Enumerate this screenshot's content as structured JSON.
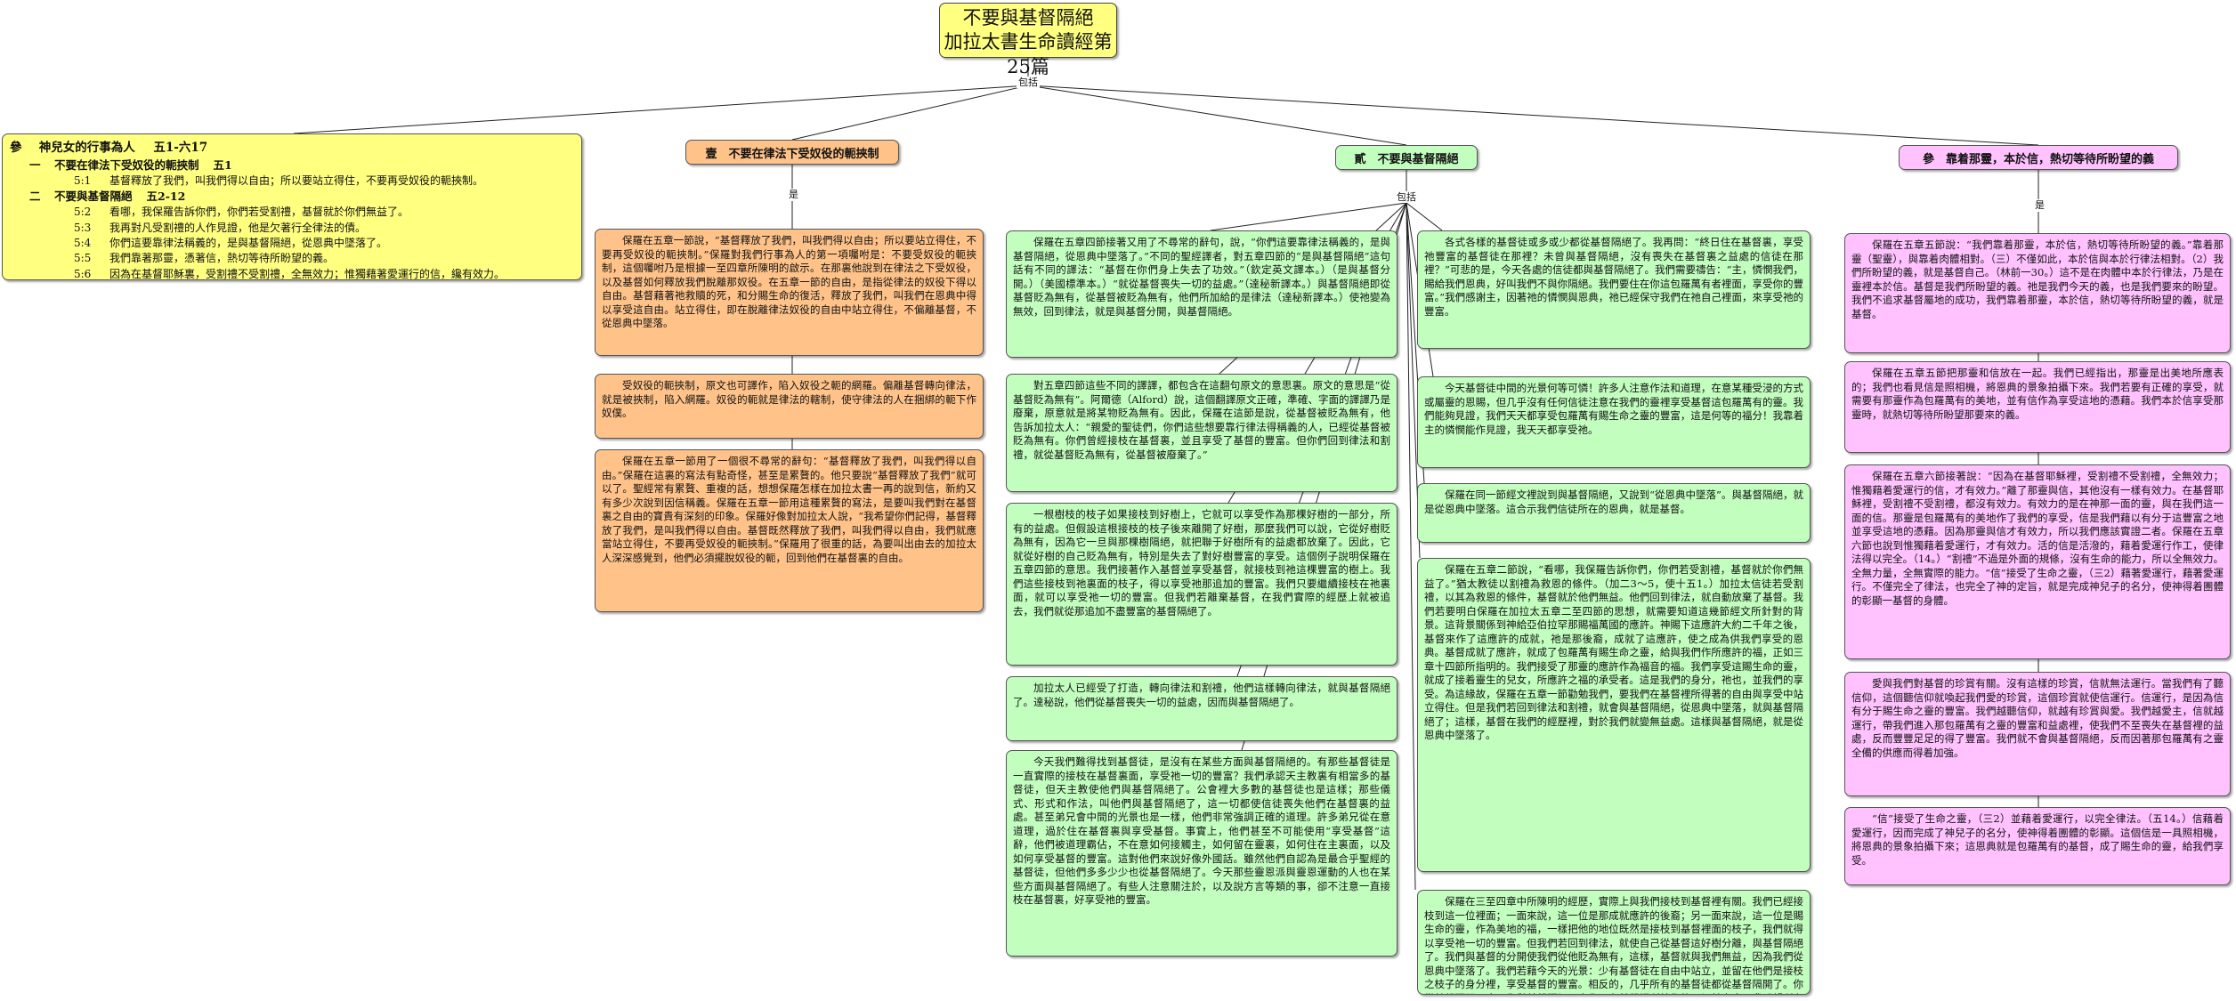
{
  "title": {
    "line1": "不要與基督隔絕",
    "line2": "加拉太書生命讀經第25篇"
  },
  "root_connector": "包括",
  "green_connector": "包括",
  "orange_connector": "是",
  "pink_connector": "是",
  "outline": {
    "heading": {
      "num": "參",
      "text": "神兒女的行事為人",
      "ref": "五1-六17"
    },
    "items": [
      {
        "type": "l2",
        "num": "一",
        "text": "不要在律法下受奴役的軛挾制",
        "ref": "五1"
      },
      {
        "type": "l3",
        "num": "5:1",
        "text": "基督釋放了我們，叫我們得以自由；所以要站立得住，不要再受奴役的軛挾制。"
      },
      {
        "type": "l2",
        "num": "二",
        "text": "不要與基督隔絕",
        "ref": "五2-12"
      },
      {
        "type": "l3",
        "num": "5:2",
        "text": "看哪，我保羅告訴你們，你們若受割禮，基督就於你們無益了。"
      },
      {
        "type": "l3",
        "num": "5:3",
        "text": "我再對凡受割禮的人作見證，他是欠著行全律法的債。"
      },
      {
        "type": "l3",
        "num": "5:4",
        "text": "你們這要靠律法稱義的，是與基督隔絕，從恩典中墜落了。"
      },
      {
        "type": "l3",
        "num": "5:5",
        "text": "我們靠著那靈，憑著信，熱切等待所盼望的義。"
      },
      {
        "type": "l3",
        "num": "5:6",
        "text": "因為在基督耶穌裏，受割禮不受割禮，全無效力；惟獨藉著愛運行的信，纔有效力。"
      }
    ]
  },
  "branches": {
    "orange": "壹　不要在律法下受奴役的軛挾制",
    "green": "貳　不要與基督隔絕",
    "pink": "參　靠着那靈，本於信，熱切等待所盼望的義"
  },
  "orange_boxes": [
    "保羅在五章一節說，“基督釋放了我們，叫我們得以自由；所以要站立得住，不要再受奴役的軛挾制。”保羅對我們行事為人的第一項囑咐是：不要受奴役的軛挾制，這個囑咐乃是根據一至四章所陳明的啟示。在那裏他說到在律法之下受奴役，以及基督如何釋放我們脫離那奴役。在五章一節的自由，是指從律法的奴役下得以自由。基督藉著祂救贖的死，和分賜生命的復活，釋放了我們，叫我們在恩典中得以享受這自由。站立得住，即在脫離律法奴役的自由中站立得住，不偏離基督，不從恩典中墜落。",
    "受奴役的軛挾制，原文也可譯作，陷入奴役之軛的網羅。偏離基督轉向律法，就是被挾制，陷入網羅。奴役的軛就是律法的轄制，使守律法的人在捆綁的軛下作奴僕。",
    "保羅在五章一節用了一個很不尋常的辭句：“基督釋放了我們，叫我們得以自由。”保羅在這裏的寫法有點奇怪，甚至是累贅的。他只要說“基督釋放了我們”就可以了。聖經常有累贅、重複的話，想想保羅怎樣在加拉太書一再的說到信，新約又有多少次說到因信稱義。保羅在五章一節用這種累贅的寫法，是要叫我們對在基督裏之自由的寶貴有深刻的印象。保羅好像對加拉太人說，“我希望你們記得，基督釋放了我們，是叫我們得以自由。基督既然釋放了我們，叫我們得以自由，我們就應當站立得住，不要再受奴役的軛挾制。”保羅用了很重的話，為要叫出由去的加拉太人深深感覺到，他們必須擺脫奴役的軛，回到他們在基督裏的自由。"
  ],
  "green_col1": [
    "保羅在五章四節接著又用了不尋常的辭句，說，“你們這要靠律法稱義的，是與基督隔絕，從恩典中墜落了。”不同的聖經譯者，對五章四節的“是與基督隔絕”這句話有不同的譯法：“基督在你們身上失去了功效。”（欽定英文譯本。）（是與基督分開。）（美國標準本。）“就從基督喪失一切的益處。”（達秘新譯本。）與基督隔絕即從基督貶為無有，從基督被貶為無有，他們所加給的是律法（達秘新譯本。）使祂變為無效，回到律法，就是與基督分開，與基督隔絕。",
    "對五章四節這些不同的譯譯，都包含在這翻句原文的意思裏。原文的意思是“從基督貶為無有”。阿爾德（Alford）說，這個翻譯原文正確，準確、字面的譯譯乃是廢棄，原意就是將某物貶為無有。因此，保羅在這節是說，從基督被貶為無有，他告訴加拉太人：“親愛的聖徒們，你們這些想要靠行律法得稱義的人，已經從基督被貶為無有。你們曾經接枝在基督裏，並且享受了基督的豐富。但你們回到律法和割禮，就從基督貶為無有，從基督被廢棄了。”",
    "一根樹枝的枝子如果接枝到好樹上，它就可以享受作為那棵好樹的一部分，所有的益處。但假設這根接枝的枝子後來離開了好樹，那麼我們可以說，它從好樹貶為無有，因為它一旦與那棵樹隔絕，就把聯于好樹所有的益處都放棄了。因此，它就從好樹的自己貶為無有，特別是失去了對好樹豐富的享受。這個例子說明保羅在五章四節的意思。我們接著作入基督並享受基督，就接枝到祂這棵豐富的樹上。我們這些接枝到祂裏面的枝子，得以享受祂那追加的豐富。我們只要繼續接枝在祂裏面，就可以享受祂一切的豐富。但我們若離棄基督，在我們實際的經歷上就被追去，我們就從那追加不盡豐富的基督隔絕了。",
    "加拉太人已經受了打造，轉向律法和割禮，他們這樣轉向律法，就與基督隔絕了。達秘說，他們從基督喪失一切的益處，因而與基督隔絕了。",
    "今天我們難得找到基督徒，是沒有在某些方面與基督隔絕的。有那些基督徒是一直實際的接枝在基督裏面，享受祂一切的豐富？我們承認天主教裏有相當多的基督徒，但天主教使他們與基督隔絕了。公會裡大多數的基督徒也是這樣；那些儀式、形式和作法，叫他們與基督隔絕了，這一切都使信徒喪失他們在基督裏的益處。甚至弟兄會中間的光景也是一樣，他們非常強調正確的道理。許多弟兄從在意道理，過於住在基督裏與享受基督。事實上，他們甚至不可能使用“享受基督”這辭，他們被道理霸佔，不在意如何接觸主，如何留在靈裏，如何住在主裏面，以及如何享受基督的豐富。這對他們來說好像外國話。雖然他們自認為是最合乎聖經的基督徒，但他們多多少少也從基督隔絕了。今天那些靈恩派與靈恩運動的人也在某些方面與基督隔絕了。有些人注意關注於，以及說方言等類的事，卻不注意一直接枝在基督裏，好享受祂的豐富。"
  ],
  "green_col2": [
    "各式各樣的基督徒或多或少都從基督隔絕了。我再問：“終日住在基督裏，享受祂豐富的基督徒在那裡？未曾與基督隔絕，沒有喪失在基督裏之益處的信徒在那裡？”可悲的是，今天各處的信徒都與基督隔絕了。我們需要禱告：“主，憐憫我們，賜給我們恩典，好叫我們不與你隔絕。我們要住在你這包羅萬有者裡面，享受你的豐富。”我們感謝主，因著祂的憐憫與恩典，祂已經保守我們在祂自己裡面，來享受祂的豐富。",
    "今天基督徒中間的光景何等可憐！許多人注意作法和道理，在意某種受浸的方式或屬靈的恩賜，但几乎沒有任何信徒注意在我們的靈裡享受基督這包羅萬有的靈。我們能夠見證，我們天天都享受包羅萬有賜生命之靈的豐富，這是何等的福分！我靠着主的憐憫能作見證，我天天都享受祂。",
    "保羅在同一節經文裡說到與基督隔絕，又說到“從恩典中墜落”。與基督隔絕，就是從恩典中墜落。這合示我們信徒所在的恩典，就是基督。",
    "保羅在五章二節說，“看哪，我保羅告訴你們，你們若受割禮，基督就於你們無益了。”猶太教徒以割禮為救恩的條件。（加二3～5，使十五1。）加拉太信徒若受割禮，以其為救恩的條件，基督就於他們無益。他們回到律法，就自動放棄了基督。我們若要明白保羅在加拉太五章二至四節的思想，就需要知道這幾節經文所針對的背景。這背景關係到神給亞伯拉罕那賜福萬國的應許。神賜下這應許大約二千年之後，基督來作了這應許的成就，祂是那後裔，成就了這應許，使之成為供我們享受的恩典。基督成就了應許，就成了包羅萬有賜生命之靈，給與我們作所應許的福，正如三章十四節所指明的。我們接受了那靈的應許作為福音的福。我們享受這賜生命的靈，就成了接着靈生的兒女，所應許之福的承受者。這是我們的身分，祂也，並我們的享受。為這緣故，保羅在五章一節勸勉我們，要我們在基督裡所得著的自由與享受中站立得住。但是我們若回到律法和割禮，就會與基督隔絕，從恩典中墜落，就與基督隔絕了；這樣，基督在我們的經歷裡，對於我們就變無益處。這樣與基督隔絕，就是從恩典中墜落了。",
    "保羅在三至四章中所陳明的經歷，實際上與我們接枝到基督裡有關。我們已經接枝到這一位裡面；一面來說，這一位是那成就應許的後裔；另一面來說，這一位是賜生命的靈，作為美地的福，一樣把他的地位既然是接枝到基督裡面的枝子，我們就得以享受祂一切的豐富。但我們若回到律法，就使自己從基督這好樹分離，與基督隔絕了。我們與基督的分開使我們從他貶為無有，這樣，基督就與我們無益，因為我們從恩典中墜落了。我們若藉今天的光景：少有基督徒在自由中站立，並留在他們是接枝之枝子的身分裡，享受基督的豐富。相反的，几乎所有的基督徒都從基督隔開了。你從基督隔開了麼？你與基督隔絕，喪失了在基督裡所給你的一切益處麼？我盼望所有在主恢復裡的人，都能剛強的宣告：“不，我們沒有與基督隔絕！我們住在祂裡面，享受祂之於我們的一切。”"
  ],
  "pink_boxes": [
    "保羅在五章五節說：“我們靠着那靈，本於信，熱切等待所盼望的義。”靠着那靈（聖靈），與靠着肉體相對。（三）不僅如此，本於信與本於行律法相對。（2）我們所盼望的義，就是基督自己。（林前一30。）這不是在肉體中本於行律法，乃是在靈裡本於信。基督是我們所盼望的義。祂是我們今天的義，也是我們要來的盼望。我們不追求基督屬地的成功，我們靠着那靈，本於信，熱切等待所盼望的義，就是基督。",
    "保羅在五章五節把那靈和信放在一起。我們已經指出，那靈是出美地所應表的；我們也看見信是照相機，將恩典的景象拍攝下來。我們若要有正確的享受，就需要有那靈作為包羅萬有的美地，並有信作為享受這地的憑藉。我們本於信享受那靈時，就熱切等待所盼望那要來的義。",
    "保羅在五章六節接著說：“因為在基督耶穌裡，受割禮不受割禮，全無效力；惟獨藉着愛運行的信，才有效力。”離了那靈與信，其他沒有一樣有效力。在基督耶穌裡，受割禮不受割禮，都沒有效力。有效力的是在神那一面的靈，與在我們這一面的信。那靈是包羅萬有的美地作了我們的享受，信是我們藉以有分于這豐富之地並享受這地的憑藉。因為那靈與信才有效力，所以我們應該實證二者。保羅在五章六節也說到惟獨藉着愛運行，才有效力。活的信是活潑的，藉着愛運行作工，使律法得以完全。（14。）“割禮”不過是外面的規條，沒有生命的能力，所以全無效力。全無力量，全無實際的能力。“信”接受了生命之靈，（三2）藉著愛運行，藉著愛運行。不僅完全了律法，也完全了神的定旨，就是完成神兒子的名分，使神得着團體的彰顯一基督的身體。",
    "愛與我們對基督的珍賞有關。沒有這樣的珍賞，信就無法運行。當我們有了聽信仰，這個聽信仰就喚起我們愛的珍賞，這個珍賞就使信運行。信運行，是因為信有分于賜生命之靈的豐富。我們越聽信仰，就越有珍賞與愛。我們越愛主，信就越運行，帶我們進入那包羅萬有之靈的豐富和益處裡，使我們不至喪失在基督裡的益處，反而豐豐足足的得了豐富。我們就不會與基督隔絕，反而因著那包羅萬有之靈全備的供應而得着加強。",
    "“信”接受了生命之靈，（三2）並藉着愛運行，以完全律法。（五14。）信藉着愛運行，因而完成了神兒子的名分，使神得着團體的彰顯。這個信是一具照相機，將恩典的景象拍攝下來；這恩典就是包羅萬有的基督，成了賜生命的靈，給我們享受。"
  ]
}
